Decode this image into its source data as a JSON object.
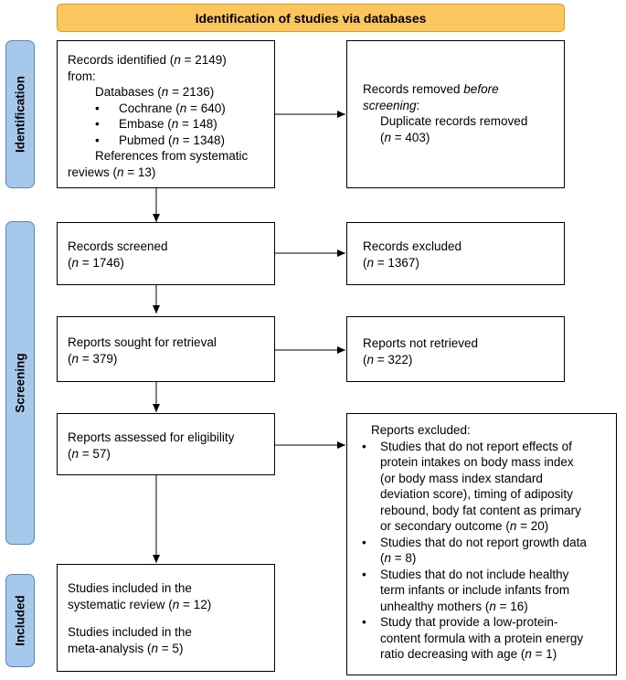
{
  "header": {
    "title": "Identification of studies via databases"
  },
  "phases": {
    "identification": "Identification",
    "screening": "Screening",
    "included": "Included"
  },
  "identified": {
    "title_prefix": "Records identified (",
    "title_n": "n",
    "title_suffix": " = 2149)",
    "from": "from:",
    "databases_prefix": "Databases (",
    "databases_n": "n",
    "databases_suffix": " = 2136)",
    "items": [
      {
        "bullet": "•",
        "name": "Cochrane (",
        "n": "n",
        "count": " = 640)"
      },
      {
        "bullet": "•",
        "name": "Embase (",
        "n": "n",
        "count": " = 148)"
      },
      {
        "bullet": "•",
        "name": "Pubmed (",
        "n": "n",
        "count": " = 1348)"
      }
    ],
    "refs_line1": "References from systematic",
    "refs_line2_prefix": "reviews (",
    "refs_n": "n",
    "refs_suffix": " = 13)"
  },
  "removed": {
    "line1": "Records removed ",
    "line1_em": "before",
    "line2_em": "screening",
    "line2": ":",
    "line3": "Duplicate records removed",
    "line4_n": "n",
    "line4": " = 403)",
    "line4_open": "("
  },
  "screened": {
    "title": "Records screened",
    "open": "(",
    "n": "n",
    "count": " = 1746)"
  },
  "excluded": {
    "title": "Records excluded",
    "open": "(",
    "n": "n",
    "count": " = 1367)"
  },
  "sought": {
    "title": "Reports sought for retrieval",
    "open": "(",
    "n": "n",
    "count": " = 379)"
  },
  "not_retrieved": {
    "title": "Reports not retrieved",
    "open": "(",
    "n": "n",
    "count": " = 322)"
  },
  "assessed": {
    "title": "Reports assessed for eligibility",
    "open": "(",
    "n": "n",
    "count": " = 57)"
  },
  "reports_excluded": {
    "title": "Reports excluded:",
    "items": [
      {
        "bullet": "•",
        "lines": [
          "Studies that do not report effects of",
          "protein intakes on body mass index",
          "(or body mass index standard",
          "deviation score), timing of adiposity",
          "rebound, body fat content as primary"
        ],
        "last_prefix": "or secondary outcome (",
        "n": "n",
        "last_suffix": " = 20)"
      },
      {
        "bullet": "•",
        "lines": [
          "Studies that do not report growth data"
        ],
        "last_prefix": "(",
        "n": "n",
        "last_suffix": " = 8)"
      },
      {
        "bullet": "•",
        "lines": [
          "Studies that do not include healthy",
          "term infants or include infants from"
        ],
        "last_prefix": "unhealthy mothers (",
        "n": "n",
        "last_suffix": " = 16)"
      },
      {
        "bullet": "•",
        "lines": [
          "Study that provide a low-protein-",
          "content formula with a protein energy"
        ],
        "last_prefix": "ratio decreasing with age (",
        "n": "n",
        "last_suffix": " = 1)"
      }
    ]
  },
  "included": {
    "review_line1": "Studies included in the",
    "review_line2_prefix": "systematic review (",
    "review_n": "n",
    "review_suffix": " = 12)",
    "meta_line1": "Studies included in the",
    "meta_line2_prefix": "meta-analysis (",
    "meta_n": "n",
    "meta_suffix": " = 5)"
  }
}
